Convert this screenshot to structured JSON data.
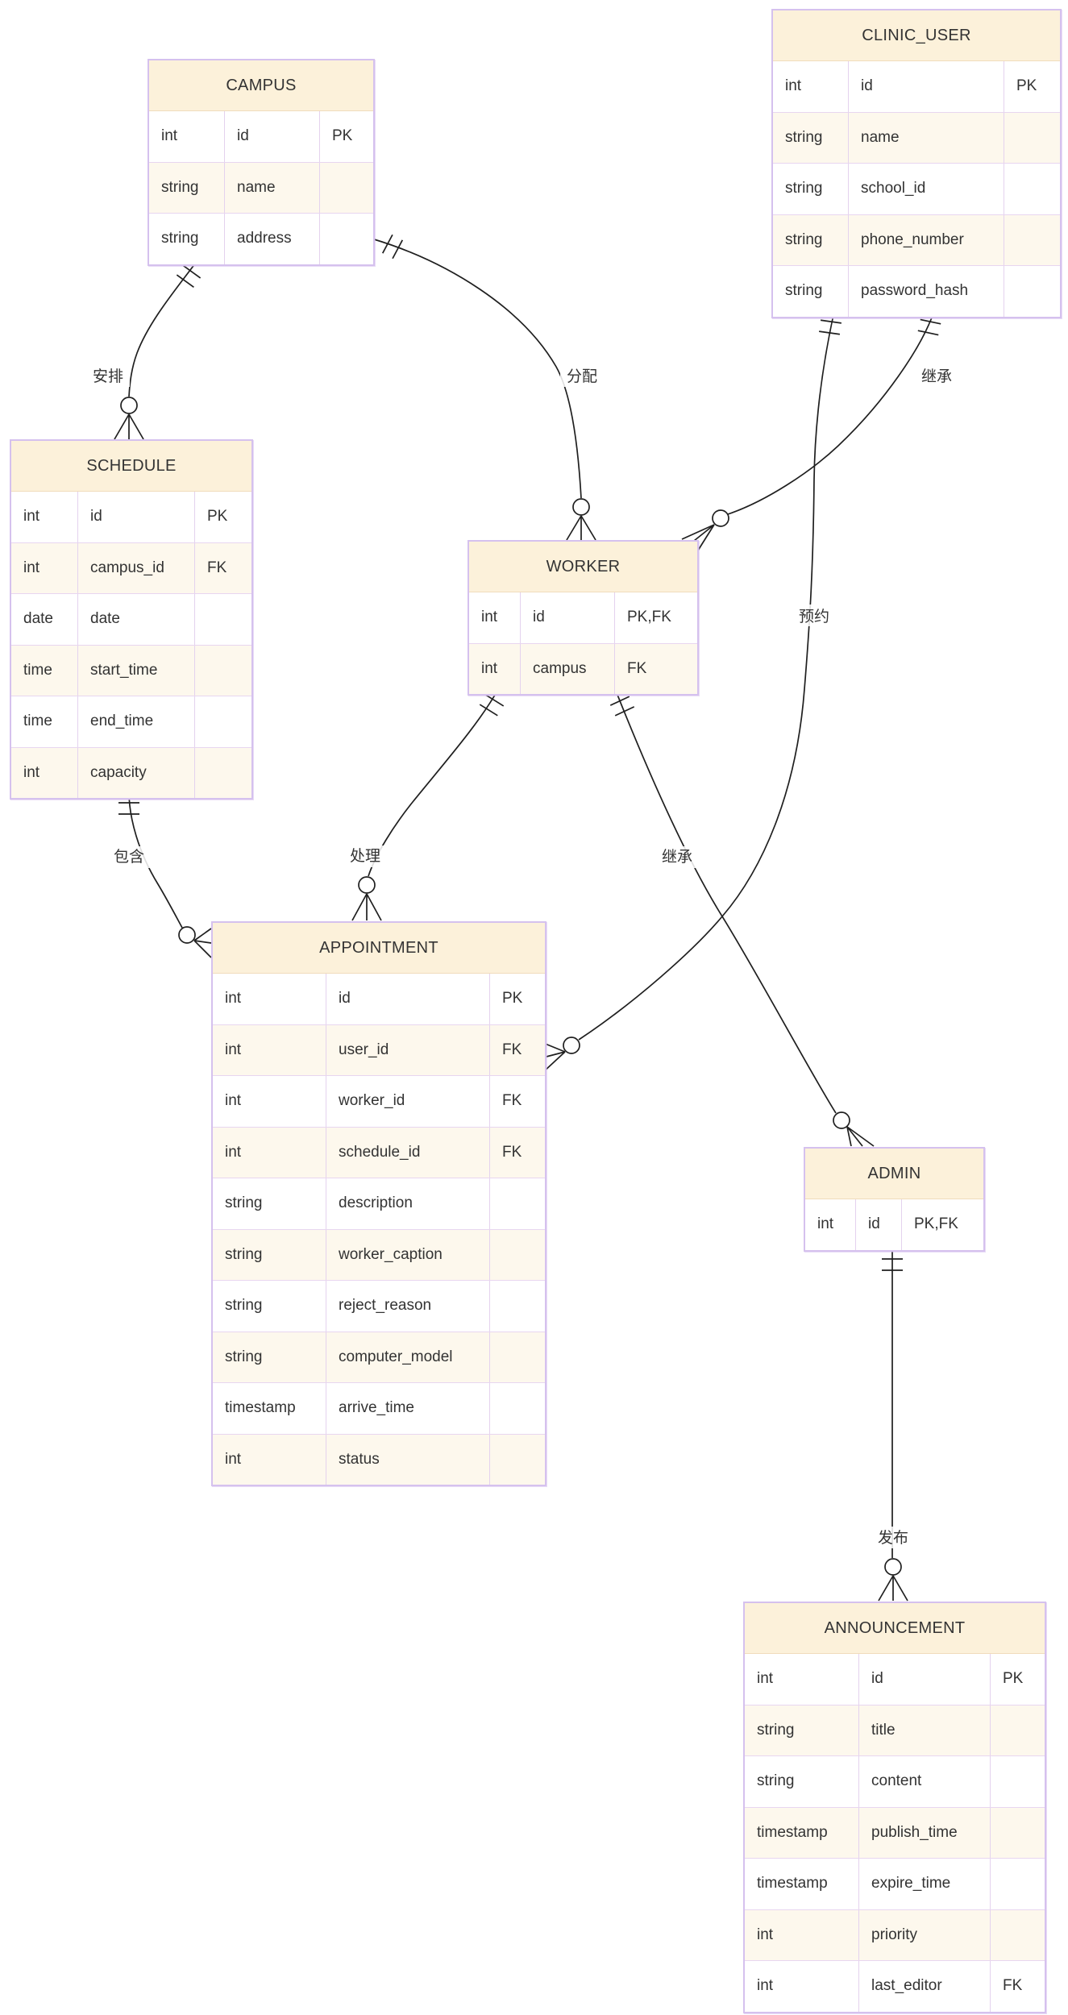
{
  "colors": {
    "header_fill": "#fcf1da",
    "row_fill": "#ffffff",
    "row_alt_fill": "#fdf8ed",
    "table_border": "#d5c1ee",
    "edge_line": "#1f1f1f",
    "text": "#333333"
  },
  "entities": [
    {
      "id": "campus",
      "name": "CAMPUS",
      "rows": [
        {
          "type": "int",
          "attr": "id",
          "key": "PK"
        },
        {
          "type": "string",
          "attr": "name",
          "key": ""
        },
        {
          "type": "string",
          "attr": "address",
          "key": ""
        }
      ]
    },
    {
      "id": "clinic_user",
      "name": "CLINIC_USER",
      "rows": [
        {
          "type": "int",
          "attr": "id",
          "key": "PK"
        },
        {
          "type": "string",
          "attr": "name",
          "key": ""
        },
        {
          "type": "string",
          "attr": "school_id",
          "key": ""
        },
        {
          "type": "string",
          "attr": "phone_number",
          "key": ""
        },
        {
          "type": "string",
          "attr": "password_hash",
          "key": ""
        }
      ]
    },
    {
      "id": "schedule",
      "name": "SCHEDULE",
      "rows": [
        {
          "type": "int",
          "attr": "id",
          "key": "PK"
        },
        {
          "type": "int",
          "attr": "campus_id",
          "key": "FK"
        },
        {
          "type": "date",
          "attr": "date",
          "key": ""
        },
        {
          "type": "time",
          "attr": "start_time",
          "key": ""
        },
        {
          "type": "time",
          "attr": "end_time",
          "key": ""
        },
        {
          "type": "int",
          "attr": "capacity",
          "key": ""
        }
      ]
    },
    {
      "id": "worker",
      "name": "WORKER",
      "rows": [
        {
          "type": "int",
          "attr": "id",
          "key": "PK,FK"
        },
        {
          "type": "int",
          "attr": "campus",
          "key": "FK"
        }
      ]
    },
    {
      "id": "appointment",
      "name": "APPOINTMENT",
      "rows": [
        {
          "type": "int",
          "attr": "id",
          "key": "PK"
        },
        {
          "type": "int",
          "attr": "user_id",
          "key": "FK"
        },
        {
          "type": "int",
          "attr": "worker_id",
          "key": "FK"
        },
        {
          "type": "int",
          "attr": "schedule_id",
          "key": "FK"
        },
        {
          "type": "string",
          "attr": "description",
          "key": ""
        },
        {
          "type": "string",
          "attr": "worker_caption",
          "key": ""
        },
        {
          "type": "string",
          "attr": "reject_reason",
          "key": ""
        },
        {
          "type": "string",
          "attr": "computer_model",
          "key": ""
        },
        {
          "type": "timestamp",
          "attr": "arrive_time",
          "key": ""
        },
        {
          "type": "int",
          "attr": "status",
          "key": ""
        }
      ]
    },
    {
      "id": "admin",
      "name": "ADMIN",
      "rows": [
        {
          "type": "int",
          "attr": "id",
          "key": "PK,FK"
        }
      ]
    },
    {
      "id": "announcement",
      "name": "ANNOUNCEMENT",
      "rows": [
        {
          "type": "int",
          "attr": "id",
          "key": "PK"
        },
        {
          "type": "string",
          "attr": "title",
          "key": ""
        },
        {
          "type": "string",
          "attr": "content",
          "key": ""
        },
        {
          "type": "timestamp",
          "attr": "publish_time",
          "key": ""
        },
        {
          "type": "timestamp",
          "attr": "expire_time",
          "key": ""
        },
        {
          "type": "int",
          "attr": "priority",
          "key": ""
        },
        {
          "type": "int",
          "attr": "last_editor",
          "key": "FK"
        }
      ]
    }
  ],
  "relationships": [
    {
      "from": "CAMPUS",
      "to": "SCHEDULE",
      "label": "安排",
      "from_cardinality": "exactly-one",
      "to_cardinality": "zero-or-many"
    },
    {
      "from": "CAMPUS",
      "to": "WORKER",
      "label": "分配",
      "from_cardinality": "exactly-one",
      "to_cardinality": "zero-or-many"
    },
    {
      "from": "CLINIC_USER",
      "to": "WORKER",
      "label": "继承",
      "from_cardinality": "exactly-one",
      "to_cardinality": "zero-or-many"
    },
    {
      "from": "CLINIC_USER",
      "to": "APPOINTMENT",
      "label": "预约",
      "from_cardinality": "exactly-one",
      "to_cardinality": "zero-or-many"
    },
    {
      "from": "SCHEDULE",
      "to": "APPOINTMENT",
      "label": "包含",
      "from_cardinality": "exactly-one",
      "to_cardinality": "zero-or-many"
    },
    {
      "from": "WORKER",
      "to": "APPOINTMENT",
      "label": "处理",
      "from_cardinality": "exactly-one",
      "to_cardinality": "zero-or-many"
    },
    {
      "from": "WORKER",
      "to": "ADMIN",
      "label": "继承",
      "from_cardinality": "exactly-one",
      "to_cardinality": "zero-or-many"
    },
    {
      "from": "ADMIN",
      "to": "ANNOUNCEMENT",
      "label": "发布",
      "from_cardinality": "exactly-one",
      "to_cardinality": "zero-or-many"
    }
  ]
}
